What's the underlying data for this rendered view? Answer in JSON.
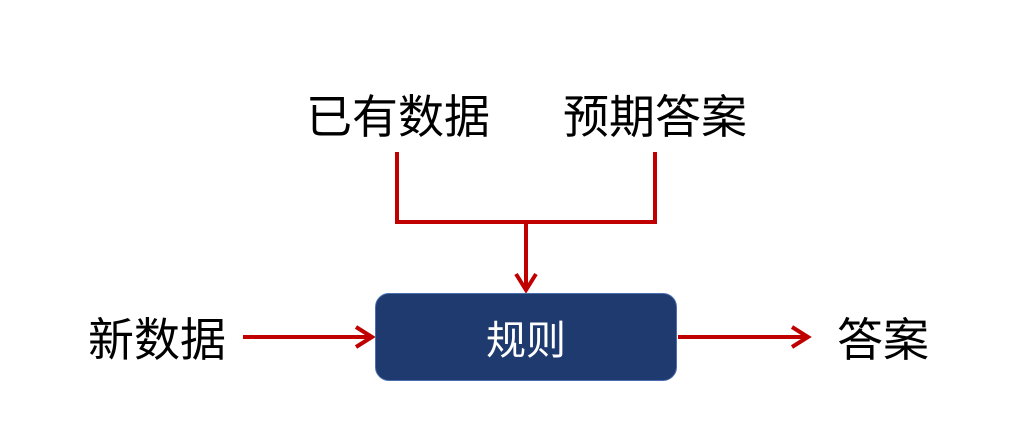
{
  "nodes": {
    "existing_data": "已有数据",
    "expected_answers": "预期答案",
    "new_data": "新数据",
    "rules": "规则",
    "answers": "答案"
  },
  "colors": {
    "arrow": "#c00000",
    "box": "#1f3a6e",
    "box_text": "#ffffff"
  }
}
